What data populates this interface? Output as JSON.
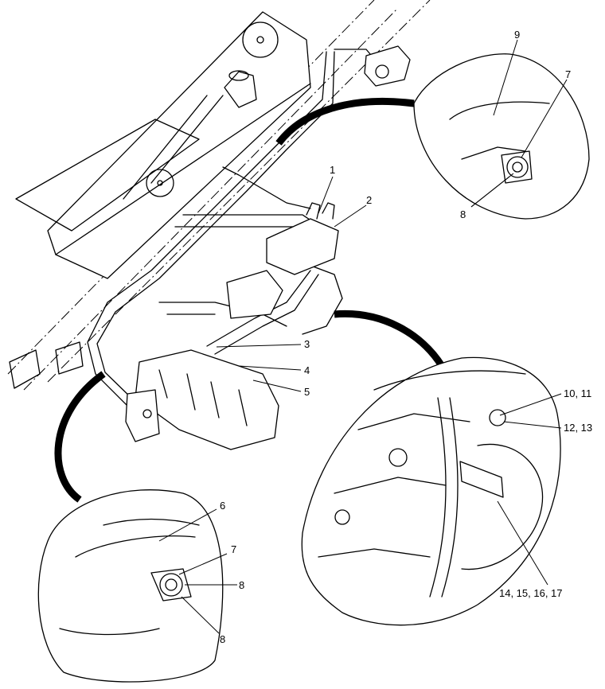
{
  "callouts": {
    "c1": "1",
    "c2": "2",
    "c3": "3",
    "c4": "4",
    "c5": "5",
    "c6": "6",
    "c7_bottom": "7",
    "c8_bottom_right": "8",
    "c8_bottom_low": "8",
    "c7_top": "7",
    "c8_top": "8",
    "c9": "9",
    "c10_11": "10, 11",
    "c12_13": "12, 13",
    "c14_17": "14, 15, 16, 17"
  }
}
